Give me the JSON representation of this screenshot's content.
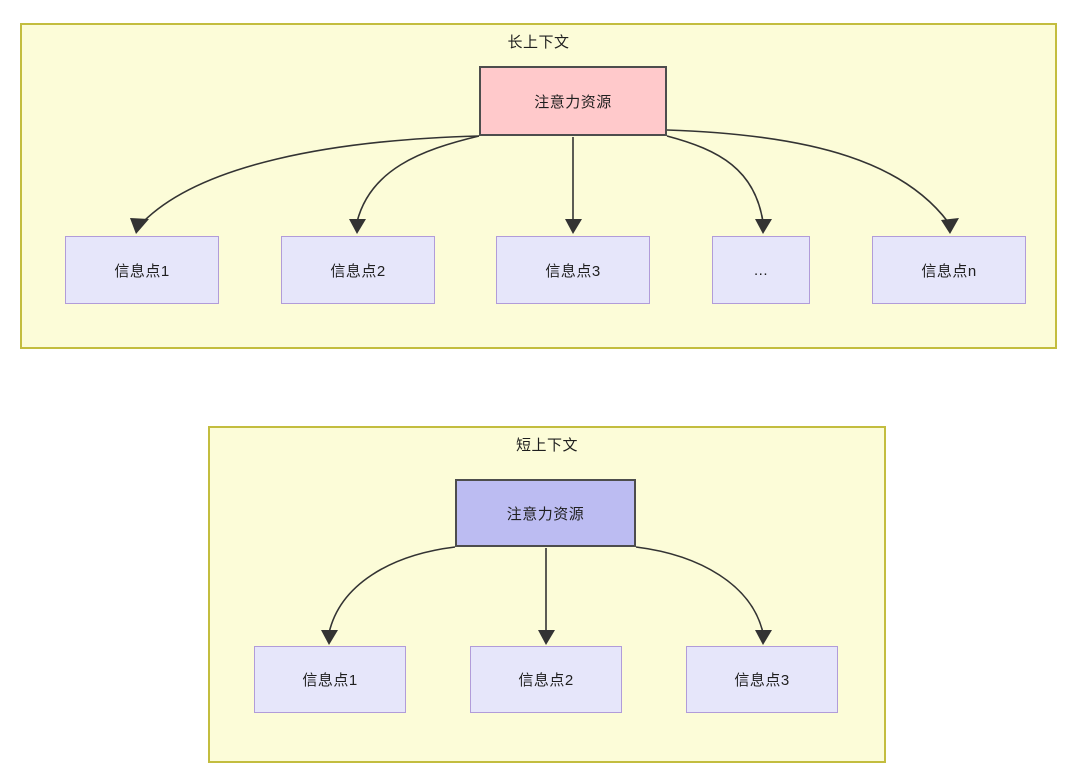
{
  "diagram": {
    "type": "attention-resource-comparison",
    "background_color": "#ffffff",
    "panels": [
      {
        "id": "long-context",
        "title": "长上下文",
        "frame_fill": "#fcfcd8",
        "frame_border": "#c3bd3f",
        "root": {
          "label": "注意力资源",
          "fill": "#ffc9cb",
          "border": "#4d4d4d"
        },
        "leaves": [
          {
            "label": "信息点1",
            "fill": "#e6e6fa",
            "border": "#b19cd9"
          },
          {
            "label": "信息点2",
            "fill": "#e6e6fa",
            "border": "#b19cd9"
          },
          {
            "label": "信息点3",
            "fill": "#e6e6fa",
            "border": "#b19cd9"
          },
          {
            "label": "...",
            "fill": "#e6e6fa",
            "border": "#b19cd9"
          },
          {
            "label": "信息点n",
            "fill": "#e6e6fa",
            "border": "#b19cd9"
          }
        ]
      },
      {
        "id": "short-context",
        "title": "短上下文",
        "frame_fill": "#fcfcd8",
        "frame_border": "#c3bd3f",
        "root": {
          "label": "注意力资源",
          "fill": "#bcbcf2",
          "border": "#4d4d4d"
        },
        "leaves": [
          {
            "label": "信息点1",
            "fill": "#e6e6fa",
            "border": "#b19cd9"
          },
          {
            "label": "信息点2",
            "fill": "#e6e6fa",
            "border": "#b19cd9"
          },
          {
            "label": "信息点3",
            "fill": "#e6e6fa",
            "border": "#b19cd9"
          }
        ]
      }
    ]
  }
}
